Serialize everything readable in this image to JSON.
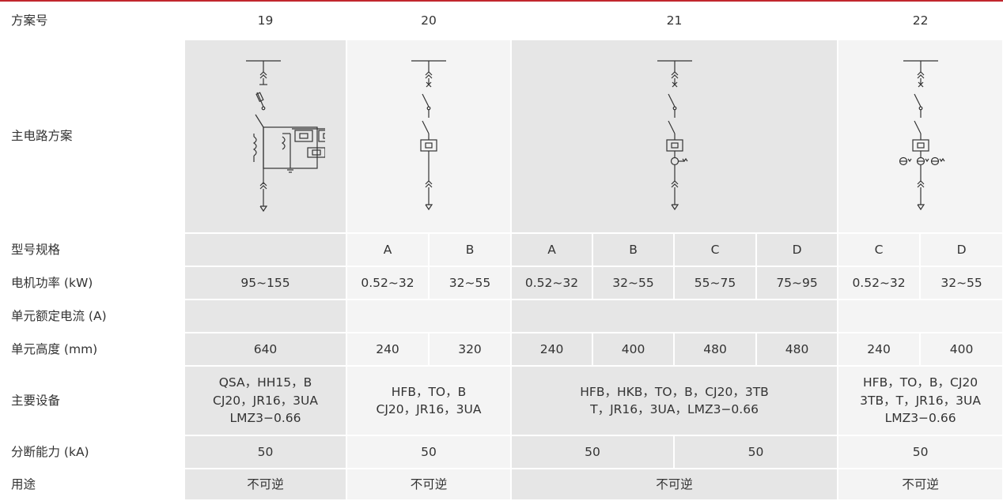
{
  "header": {
    "label": "方案号",
    "schemes": [
      "19",
      "20",
      "21",
      "22"
    ]
  },
  "rows": {
    "circuit": {
      "label": "主电路方案"
    },
    "model": {
      "label": "型号规格",
      "s19": "",
      "s20": [
        "A",
        "B"
      ],
      "s21": [
        "A",
        "B",
        "C",
        "D"
      ],
      "s22": [
        "C",
        "D"
      ]
    },
    "power": {
      "label": "电机功率 (kW)",
      "s19": "95~155",
      "s20": [
        "0.52~32",
        "32~55"
      ],
      "s21": [
        "0.52~32",
        "32~55",
        "55~75",
        "75~95"
      ],
      "s22": [
        "0.52~32",
        "32~55"
      ]
    },
    "current": {
      "label": "单元额定电流 (A)",
      "s19": "",
      "s20": "",
      "s21": "",
      "s22": ""
    },
    "height": {
      "label": "单元高度 (mm)",
      "s19": "640",
      "s20": [
        "240",
        "320"
      ],
      "s21": [
        "240",
        "400",
        "480",
        "480"
      ],
      "s22": [
        "240",
        "400"
      ]
    },
    "equipment": {
      "label": "主要设备",
      "s19": [
        "QSA，HH15，B",
        "CJ20，JR16，3UA",
        "LMZ3−0.66"
      ],
      "s20": [
        "HFB，TO，B",
        "CJ20，JR16，3UA"
      ],
      "s21": [
        "HFB，HKB，TO，B，CJ20，3TB",
        "T，JR16，3UA，LMZ3−0.66"
      ],
      "s22": [
        "HFB，TO，B，CJ20",
        "3TB，T，JR16，3UA",
        "LMZ3−0.66"
      ]
    },
    "breaking": {
      "label": "分断能力 (kA)",
      "s19": "50",
      "s20": "50",
      "s21": [
        "50",
        "50"
      ],
      "s22": "50"
    },
    "usage": {
      "label": "用途",
      "s19": "不可逆",
      "s20": "不可逆",
      "s21": "不可逆",
      "s22": "不可逆"
    }
  },
  "colors": {
    "accent": "#c1272d",
    "shade": "#e6e6e6",
    "light": "#f4f4f4"
  },
  "icons": [
    "single-line-diagram-19",
    "single-line-diagram-20",
    "single-line-diagram-21",
    "single-line-diagram-22"
  ]
}
